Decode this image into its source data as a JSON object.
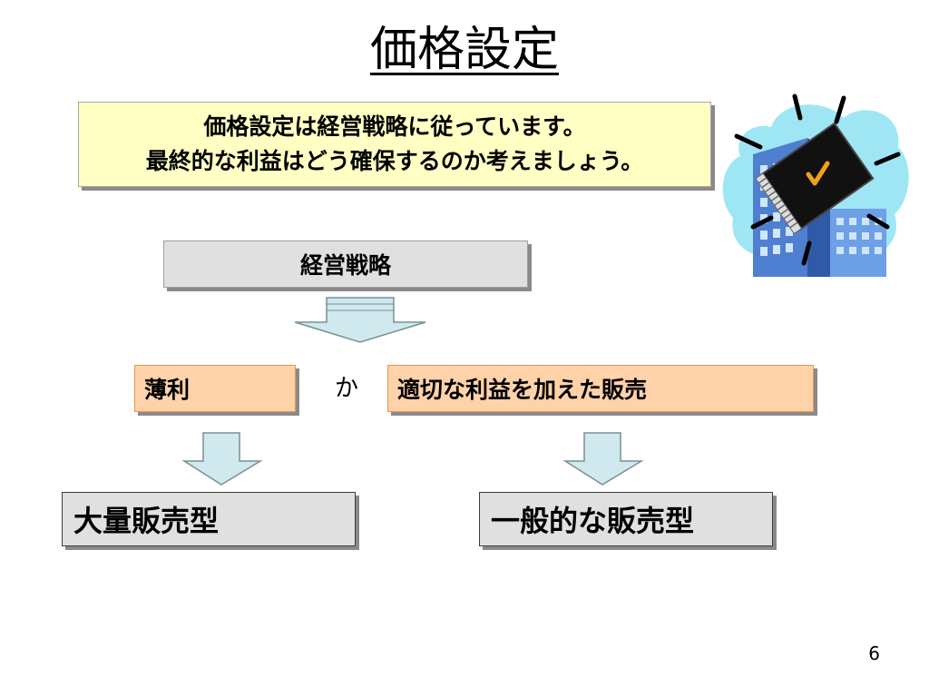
{
  "slide": {
    "title": "価格設定",
    "note_line1": "価格設定は経営戦略に従っています。",
    "note_line2": "最終的な利益はどう確保するのか考えましょう。",
    "strategy_label": "経営戦略",
    "option_left": "薄利",
    "connector": "か",
    "option_right": "適切な利益を加えた販売",
    "result_left": "大量販売型",
    "result_right": "一般的な販売型",
    "page_number": "6"
  },
  "colors": {
    "note_bg": "#ffffc4",
    "option_bg": "#ffd2aa",
    "option_border": "#e69a4a",
    "gray_bg": "#e0e0e0",
    "arrow_fill": "#cfe9ef",
    "clipart_cloud": "#9fe6f5",
    "clipart_building": "#5b8fd6"
  },
  "icons": {
    "clipart": "building-notebook-check-icon",
    "arrow": "down-arrow-icon"
  }
}
